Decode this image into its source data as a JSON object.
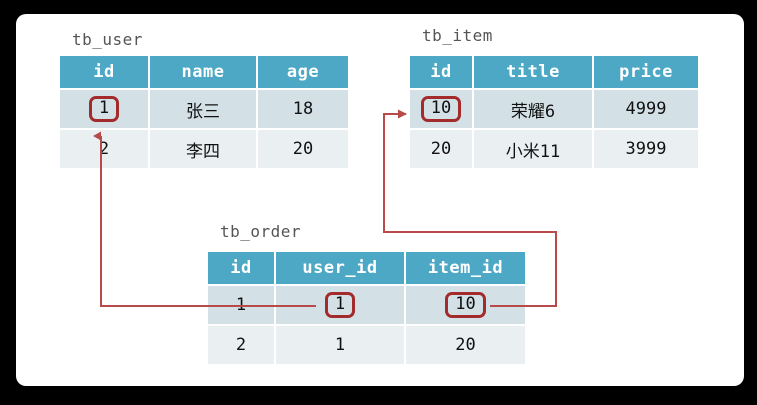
{
  "diagram": {
    "title_note": "Relational table linkage diagram",
    "frame_color": "#000000",
    "card_color": "#ffffff",
    "header_color": "#4CA8C4",
    "row_color_a": "#D3E1E7",
    "row_color_b": "#EAF0F2",
    "highlight_color": "#A32B2B",
    "connector_color": "#B84A4A"
  },
  "tables": {
    "tb_user": {
      "label": "tb_user",
      "columns": [
        "id",
        "name",
        "age"
      ],
      "rows": [
        {
          "id": "1",
          "name": "张三",
          "age": "18",
          "highlight": "id"
        },
        {
          "id": "2",
          "name": "李四",
          "age": "20",
          "highlight": null
        }
      ]
    },
    "tb_item": {
      "label": "tb_item",
      "columns": [
        "id",
        "title",
        "price"
      ],
      "rows": [
        {
          "id": "10",
          "title": "荣耀6",
          "price": "4999",
          "highlight": "id"
        },
        {
          "id": "20",
          "title": "小米11",
          "price": "3999",
          "highlight": null
        }
      ]
    },
    "tb_order": {
      "label": "tb_order",
      "columns": [
        "id",
        "user_id",
        "item_id"
      ],
      "rows": [
        {
          "id": "1",
          "user_id": "1",
          "item_id": "10",
          "highlight": [
            "user_id",
            "item_id"
          ]
        },
        {
          "id": "2",
          "user_id": "1",
          "item_id": "20",
          "highlight": null
        }
      ]
    }
  },
  "relations": [
    {
      "name": "order-user-id-to-user-id",
      "from": "tb_order.user_id=1",
      "to": "tb_user.id=1"
    },
    {
      "name": "order-item-id-to-item-id",
      "from": "tb_order.item_id=10",
      "to": "tb_item.id=10"
    }
  ]
}
